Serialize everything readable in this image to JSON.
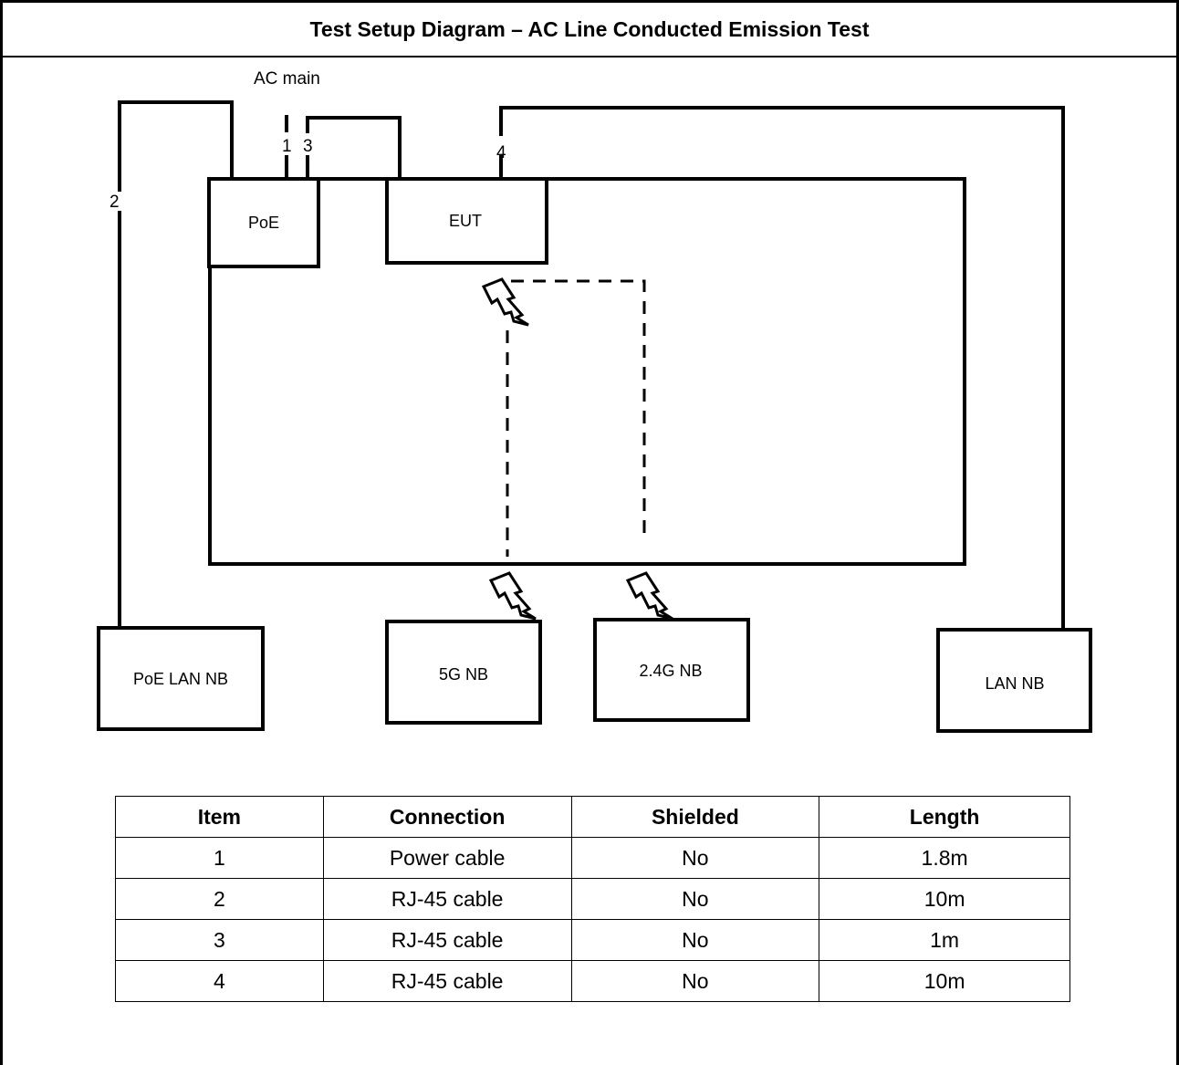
{
  "title": "Test Setup Diagram – AC Line Conducted Emission Test",
  "diagram": {
    "ac_main_label": "AC main",
    "cable_labels": {
      "c1": "1",
      "c2": "2",
      "c3": "3",
      "c4": "4"
    },
    "boxes": {
      "poe": "PoE",
      "eut": "EUT",
      "poe_lan_nb": "PoE LAN NB",
      "nb_5g": "5G NB",
      "nb_24g": "2.4G NB",
      "lan_nb": "LAN NB"
    },
    "wireless_icon": "lightning-icon"
  },
  "table": {
    "headers": {
      "item": "Item",
      "connection": "Connection",
      "shielded": "Shielded",
      "length": "Length"
    },
    "rows": [
      {
        "item": "1",
        "connection": "Power cable",
        "shielded": "No",
        "length": "1.8m"
      },
      {
        "item": "2",
        "connection": "RJ-45 cable",
        "shielded": "No",
        "length": "10m"
      },
      {
        "item": "3",
        "connection": "RJ-45 cable",
        "shielded": "No",
        "length": "1m"
      },
      {
        "item": "4",
        "connection": "RJ-45 cable",
        "shielded": "No",
        "length": "10m"
      }
    ]
  }
}
